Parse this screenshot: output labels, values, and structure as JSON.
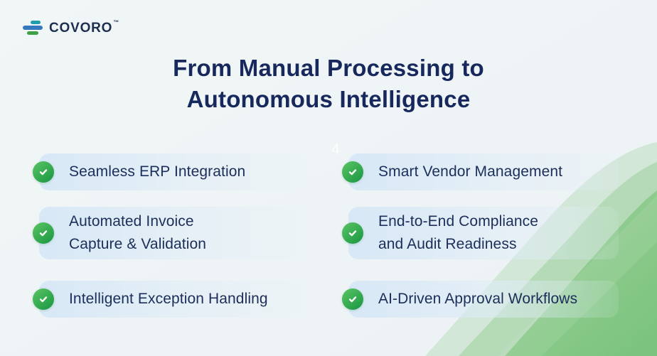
{
  "page_number": "4",
  "logo": {
    "text": "COVORO",
    "tm": "™",
    "icon_bar_colors": {
      "top_teal": "#1e9daa",
      "middle_blue": "#3578be",
      "bottom_green": "#3fa047"
    }
  },
  "heading": {
    "line1": "From Manual Processing to",
    "line2": "Autonomous Intelligence"
  },
  "features": {
    "left": [
      {
        "label": "Seamless ERP Integration"
      },
      {
        "label": "Automated Invoice\nCapture & Validation"
      },
      {
        "label": "Intelligent Exception Handling"
      }
    ],
    "right": [
      {
        "label": "Smart Vendor Management"
      },
      {
        "label": "End-to-End Compliance\nand Audit Readiness"
      },
      {
        "label": "AI-Driven Approval Workflows"
      }
    ]
  },
  "colors": {
    "background": "#eef3f5",
    "heading_text": "#17285c",
    "feature_text": "#1c2e5a",
    "feature_row_bg": "#d6e7f6",
    "check_green_light": "#55c161",
    "check_green_dark": "#1f9b45",
    "swoosh_green_light": "#abd5a5",
    "swoosh_green_dark": "#7cc47d"
  }
}
